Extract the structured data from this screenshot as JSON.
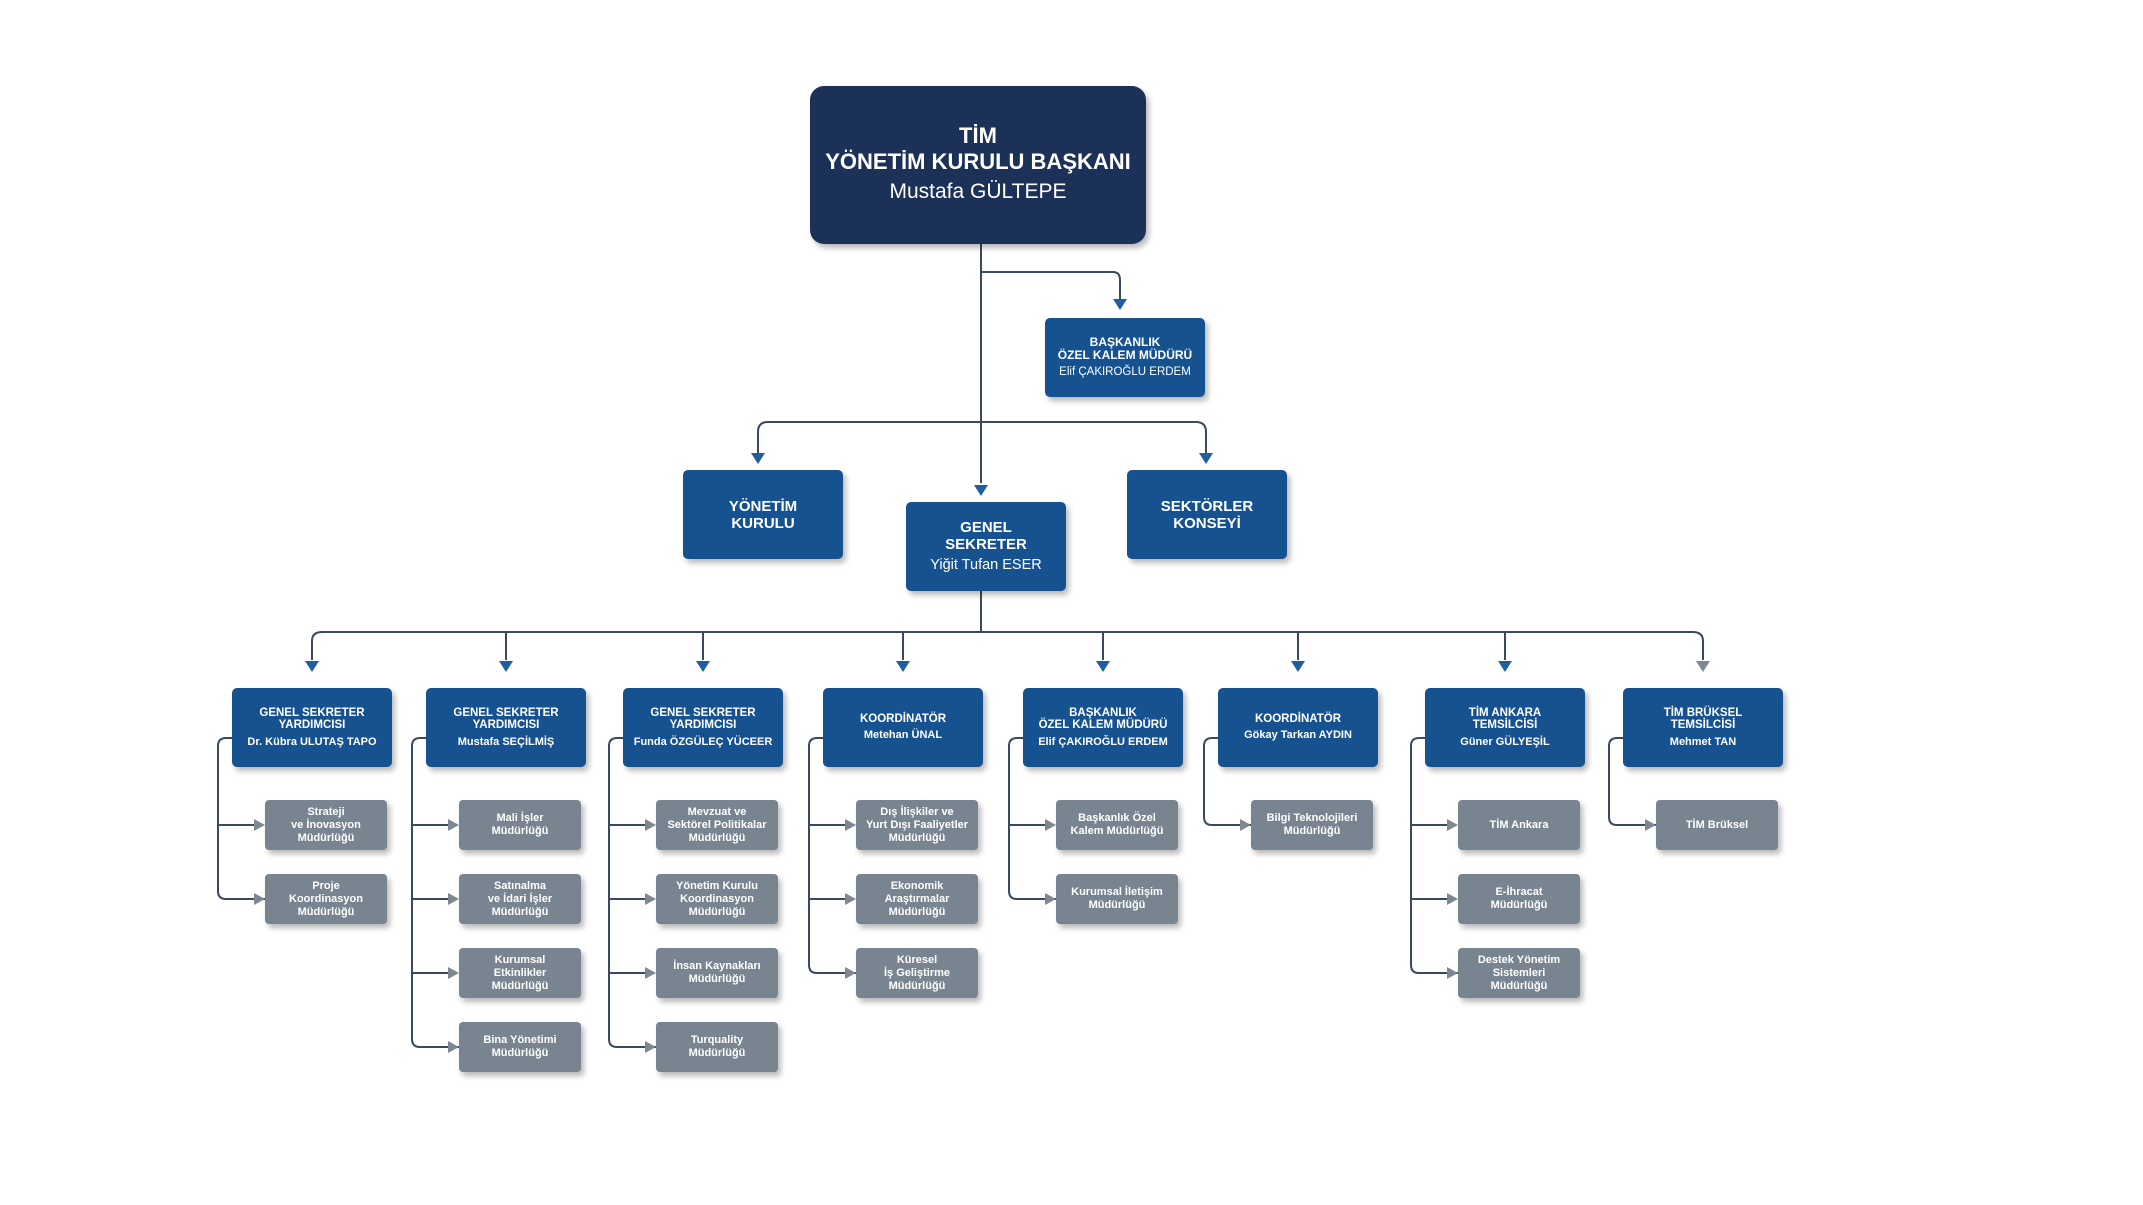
{
  "chairman": {
    "org": "TİM",
    "title": "YÖNETİM KURULU BAŞKANI",
    "name": "Mustafa GÜLTEPE"
  },
  "private_office": {
    "line1": "BAŞKANLIK",
    "line2": "ÖZEL KALEM MÜDÜRÜ",
    "name": "Elif ÇAKIROĞLU ERDEM"
  },
  "board": {
    "line1": "YÖNETİM",
    "line2": "KURULU"
  },
  "sectors_council": {
    "line1": "SEKTÖRLER",
    "line2": "KONSEYİ"
  },
  "secretary_general": {
    "line1": "GENEL",
    "line2": "SEKRETER",
    "name": "Yiğit Tufan ESER"
  },
  "departments": [
    {
      "title": [
        "GENEL SEKRETER",
        "YARDIMCISI"
      ],
      "name": "Dr. Kübra ULUTAŞ TAPO",
      "units": [
        [
          "Strateji",
          "ve İnovasyon",
          "Müdürlüğü"
        ],
        [
          "Proje",
          "Koordinasyon",
          "Müdürlüğü"
        ]
      ]
    },
    {
      "title": [
        "GENEL SEKRETER",
        "YARDIMCISI"
      ],
      "name": "Mustafa SEÇİLMİŞ",
      "units": [
        [
          "Mali İşler",
          "Müdürlüğü"
        ],
        [
          "Satınalma",
          "ve İdari İşler",
          "Müdürlüğü"
        ],
        [
          "Kurumsal",
          "Etkinlikler",
          "Müdürlüğü"
        ],
        [
          "Bina Yönetimi",
          "Müdürlüğü"
        ]
      ]
    },
    {
      "title": [
        "GENEL SEKRETER",
        "YARDIMCISI"
      ],
      "name": "Funda ÖZGÜLEÇ YÜCEER",
      "units": [
        [
          "Mevzuat ve",
          "Sektörel Politikalar",
          "Müdürlüğü"
        ],
        [
          "Yönetim Kurulu",
          "Koordinasyon",
          "Müdürlüğü"
        ],
        [
          "İnsan Kaynakları",
          "Müdürlüğü"
        ],
        [
          "Turquality",
          "Müdürlüğü"
        ]
      ]
    },
    {
      "title": [
        "KOORDİNATÖR"
      ],
      "name": "Metehan ÜNAL",
      "units": [
        [
          "Dış İlişkiler ve",
          "Yurt Dışı Faaliyetler",
          "Müdürlüğü"
        ],
        [
          "Ekonomik",
          "Araştırmalar",
          "Müdürlüğü"
        ],
        [
          "Küresel",
          "İş Geliştirme",
          "Müdürlüğü"
        ]
      ]
    },
    {
      "title": [
        "BAŞKANLIK",
        "ÖZEL KALEM MÜDÜRÜ"
      ],
      "name": "Elif ÇAKIROĞLU ERDEM",
      "units": [
        [
          "Başkanlık Özel",
          "Kalem Müdürlüğü"
        ],
        [
          "Kurumsal İletişim",
          "Müdürlüğü"
        ]
      ]
    },
    {
      "title": [
        "KOORDİNATÖR"
      ],
      "name": "Gökay Tarkan AYDIN",
      "units": [
        [
          "Bilgi Teknolojileri",
          "Müdürlüğü"
        ]
      ]
    },
    {
      "title": [
        "TİM ANKARA",
        "TEMSİLCİSİ"
      ],
      "name": "Güner GÜLYEŞİL",
      "units": [
        [
          "TİM Ankara"
        ],
        [
          "E-İhracat",
          "Müdürlüğü"
        ],
        [
          "Destek Yönetim",
          "Sistemleri",
          "Müdürlüğü"
        ]
      ]
    },
    {
      "title": [
        "TİM BRÜKSEL",
        "TEMSİLCİSİ"
      ],
      "name": "Mehmet TAN",
      "units": [
        [
          "TİM Brüksel"
        ]
      ]
    }
  ],
  "colors": {
    "navy": "#1b3157",
    "blue": "#175290",
    "gray": "#788591",
    "connector": "#3a4a5c",
    "arrow_blue": "#1f5e9f",
    "arrow_gray": "#7d8893"
  }
}
